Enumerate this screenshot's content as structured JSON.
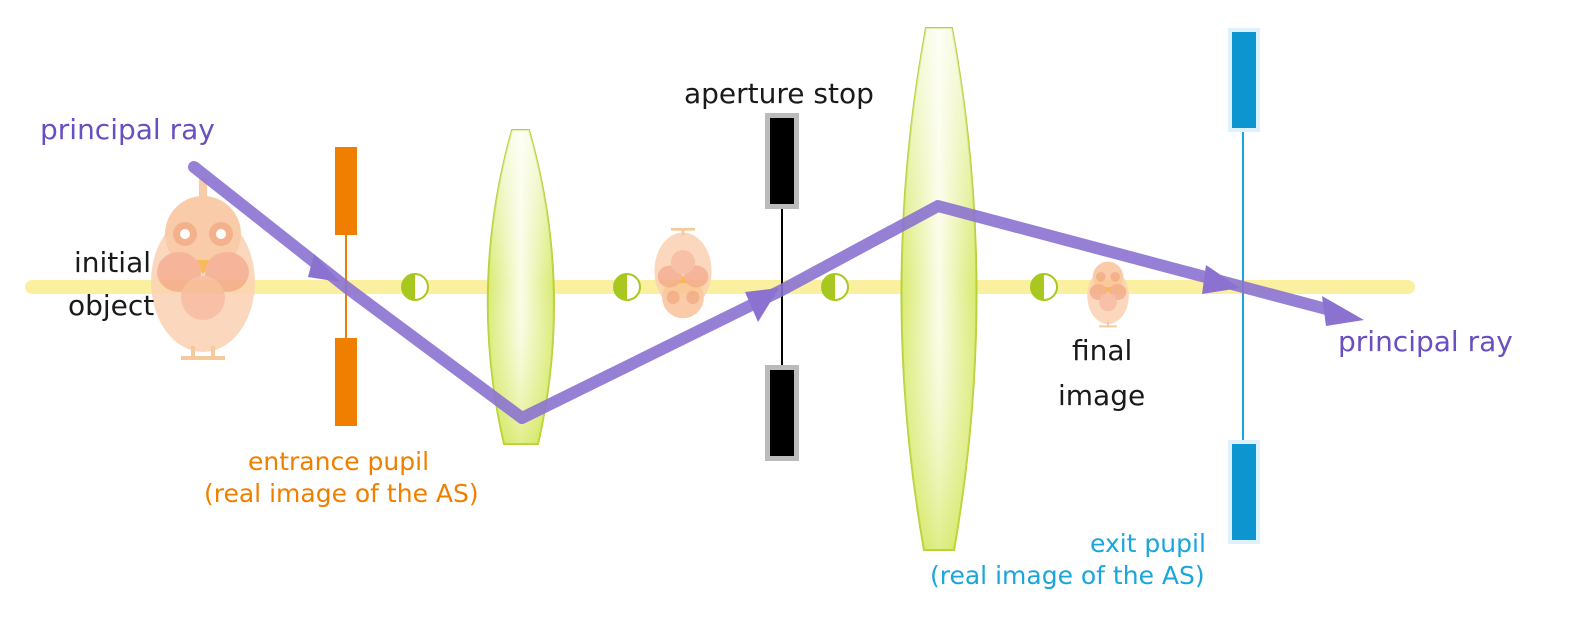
{
  "labels": {
    "principal_ray_left": "principal ray",
    "principal_ray_right": "principal ray",
    "initial_object_line1": "initial",
    "initial_object_line2": "object",
    "aperture_stop": "aperture stop",
    "final_image_line1": "final",
    "final_image_line2": "image",
    "entrance_pupil_line1": "entrance pupil",
    "entrance_pupil_line2": "(real image of the AS)",
    "exit_pupil_line1": "exit pupil",
    "exit_pupil_line2": "(real image of the AS)"
  },
  "colors": {
    "principal_ray": "#8b72d0",
    "principal_ray_text": "#6a4fc0",
    "optical_axis": "#fbf0a0",
    "lens_fill": "#e8f2a0",
    "lens_edge": "#b8d23a",
    "entrance_pupil": "#f07f00",
    "exit_pupil": "#0c95cf",
    "aperture_stop": "#000000",
    "focal_point": "#a8c820",
    "bird": "#f8b987"
  },
  "icons": {
    "object": "bird-icon",
    "intermediate_image": "inverted-bird-icon",
    "final_image": "small-bird-icon",
    "focal_point": "focal-point-icon"
  }
}
